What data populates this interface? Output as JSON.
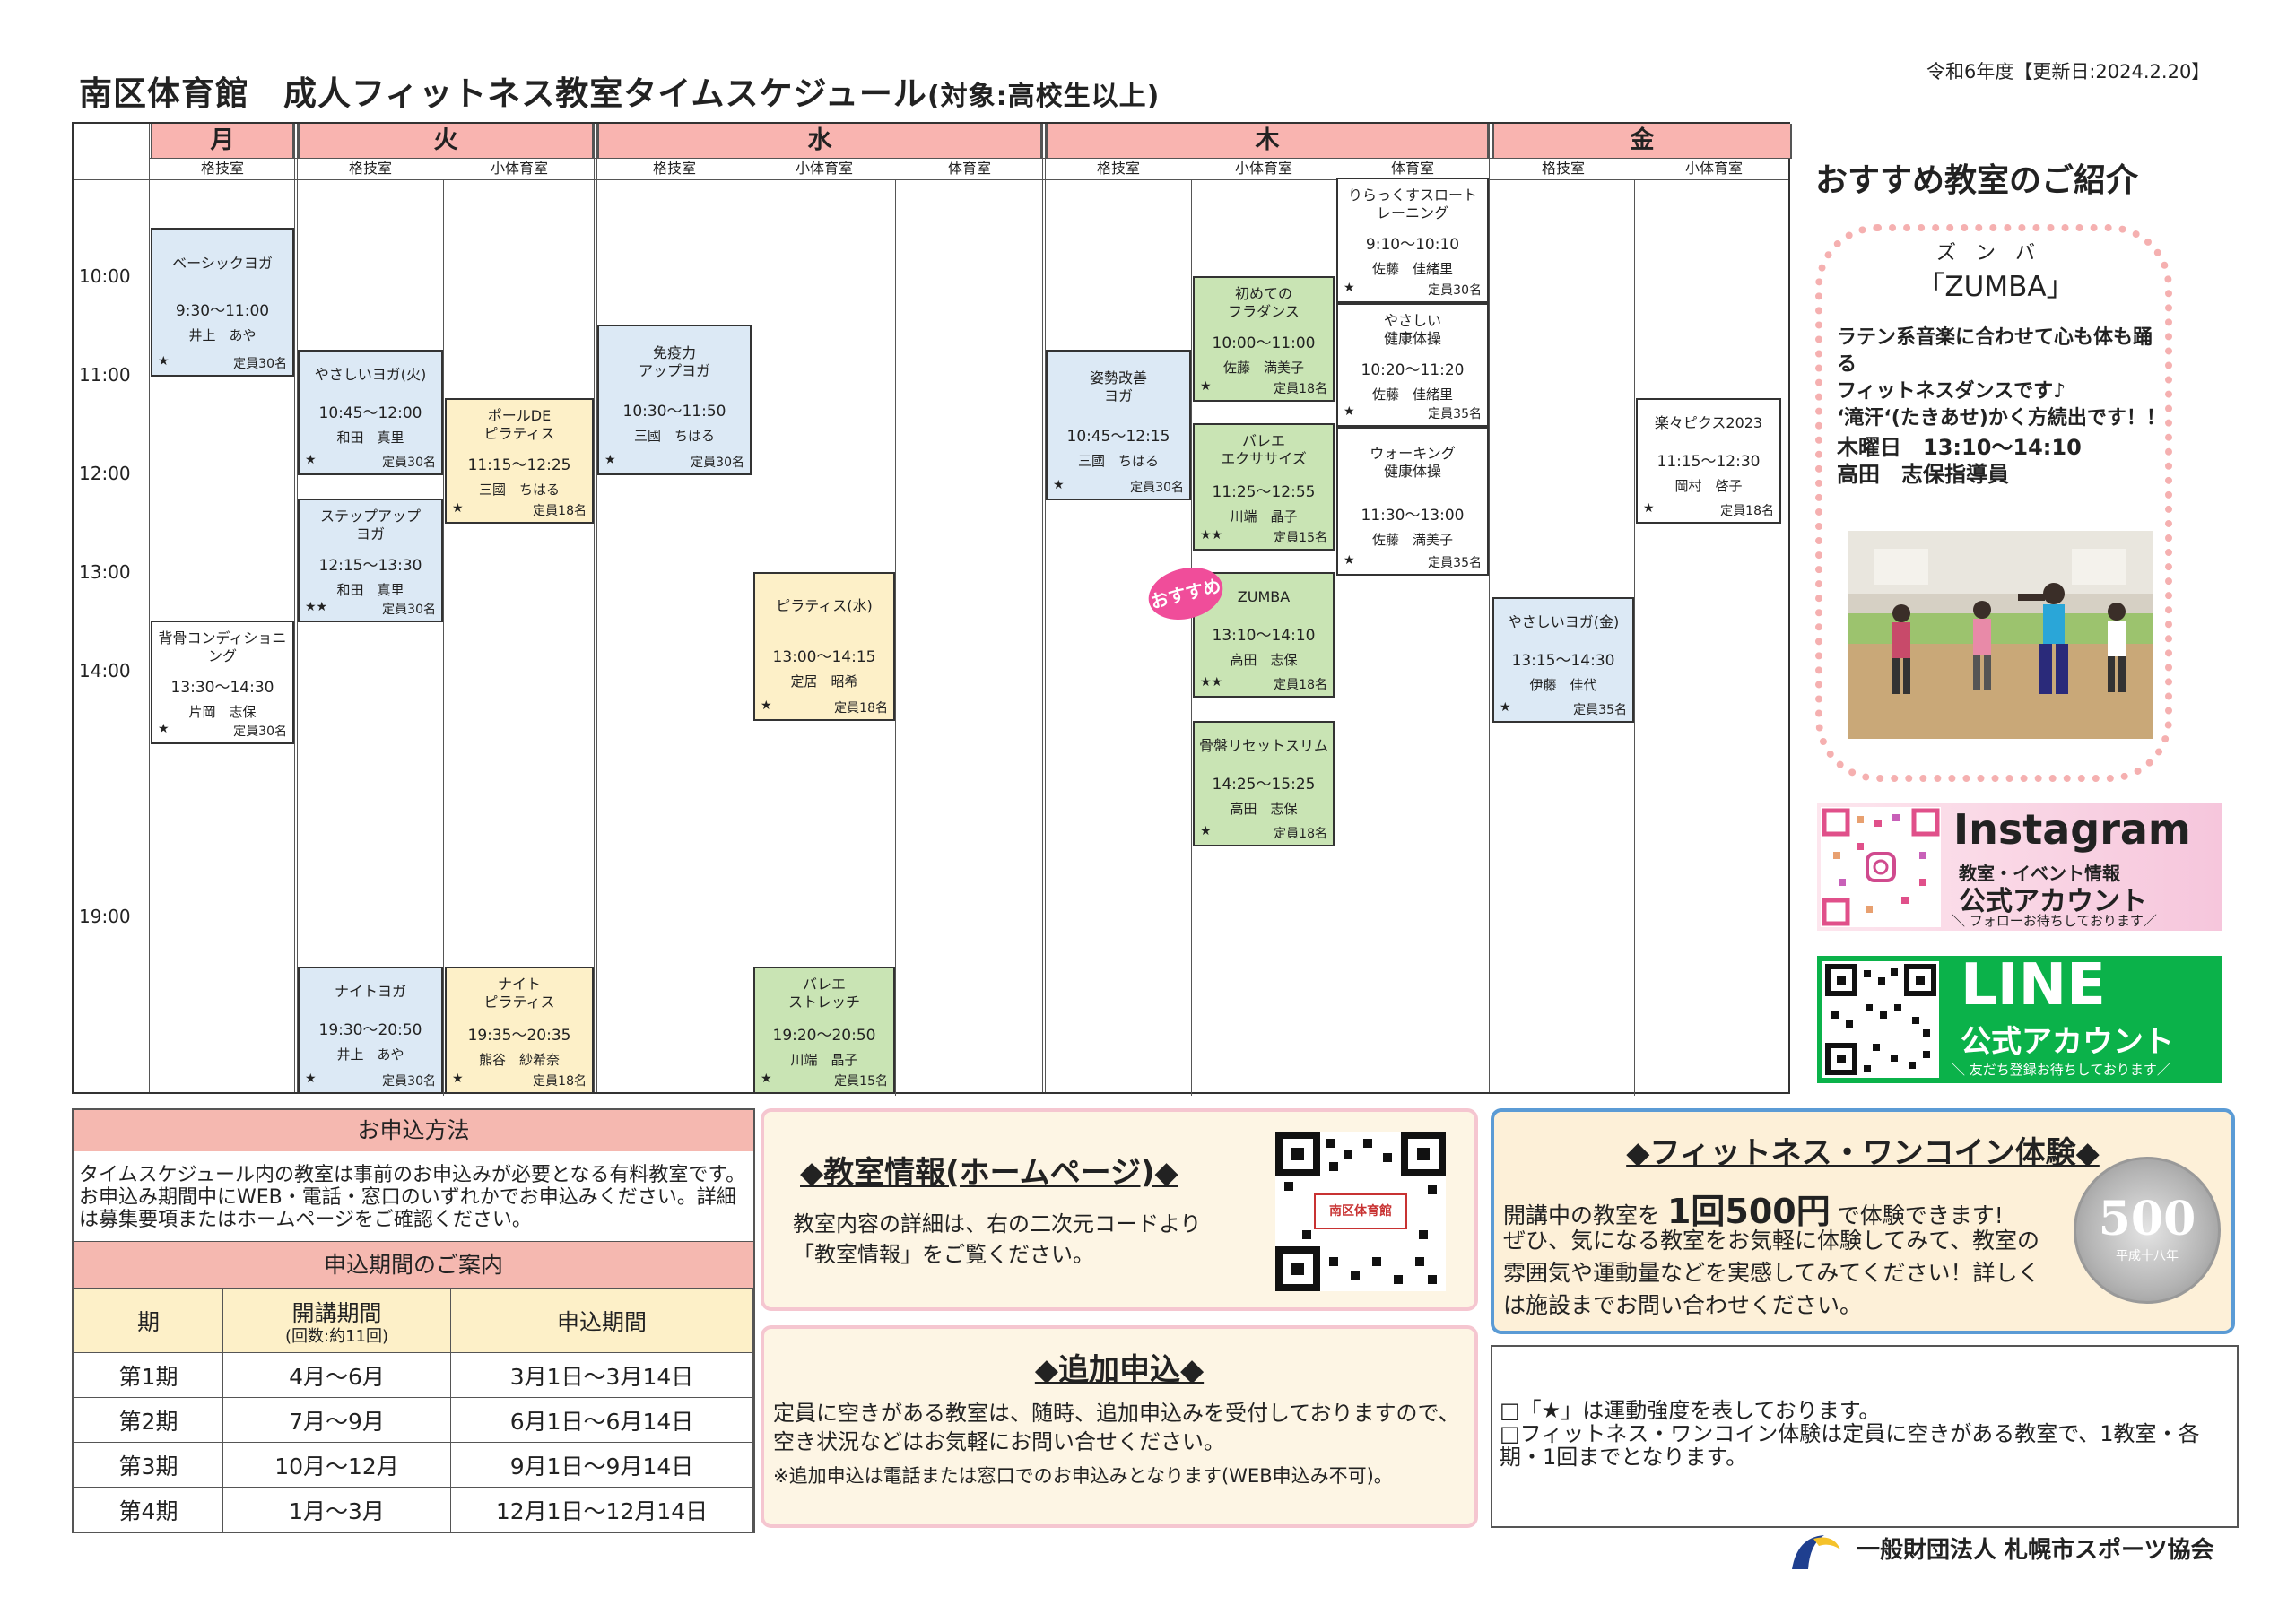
{
  "header": {
    "title": "南区体育館　成人フィットネス教室タイムスケジュール",
    "subtitle": "(対象:高校生以上)",
    "update_note": "令和6年度【更新日:2024.2.20】"
  },
  "timetable": {
    "days": [
      {
        "label": "月",
        "rooms": [
          "格技室"
        ]
      },
      {
        "label": "火",
        "rooms": [
          "格技室",
          "小体育室"
        ]
      },
      {
        "label": "水",
        "rooms": [
          "格技室",
          "小体育室",
          "体育室"
        ]
      },
      {
        "label": "木",
        "rooms": [
          "格技室",
          "小体育室",
          "体育室"
        ]
      },
      {
        "label": "金",
        "rooms": [
          "格技室",
          "小体育室"
        ]
      }
    ],
    "time_labels": [
      "10:00",
      "11:00",
      "12:00",
      "13:00",
      "14:00",
      "19:00"
    ],
    "classes": [
      {
        "name": "ベーシックヨガ",
        "time": "9:30～11:00",
        "instructor": "井上　あや",
        "stars": "★",
        "capacity": "定員30名",
        "color": "blue"
      },
      {
        "name": "背骨コンディショニ\nング",
        "time": "13:30～14:30",
        "instructor": "片岡　志保",
        "stars": "★",
        "capacity": "定員30名",
        "color": "white"
      },
      {
        "name": "やさしいヨガ(火)",
        "time": "10:45～12:00",
        "instructor": "和田　真里",
        "stars": "★",
        "capacity": "定員30名",
        "color": "blue"
      },
      {
        "name": "ステップアップ\nヨガ",
        "time": "12:15～13:30",
        "instructor": "和田　真里",
        "stars": "★★",
        "capacity": "定員30名",
        "color": "blue"
      },
      {
        "name": "ナイトヨガ",
        "time": "19:30～20:50",
        "instructor": "井上　あや",
        "stars": "★",
        "capacity": "定員30名",
        "color": "blue"
      },
      {
        "name": "ポールDE\nピラティス",
        "time": "11:15～12:25",
        "instructor": "三國　ちはる",
        "stars": "★",
        "capacity": "定員18名",
        "color": "yellow"
      },
      {
        "name": "ナイト\nピラティス",
        "time": "19:35～20:35",
        "instructor": "熊谷　紗希奈",
        "stars": "★",
        "capacity": "定員18名",
        "color": "yellow"
      },
      {
        "name": "免疫力\nアップヨガ",
        "time": "10:30～11:50",
        "instructor": "三國　ちはる",
        "stars": "★",
        "capacity": "定員30名",
        "color": "blue"
      },
      {
        "name": "ピラティス(水)",
        "time": "13:00～14:15",
        "instructor": "定居　昭希",
        "stars": "★",
        "capacity": "定員18名",
        "color": "yellow"
      },
      {
        "name": "バレエ\nストレッチ",
        "time": "19:20～20:50",
        "instructor": "川端　晶子",
        "stars": "★",
        "capacity": "定員15名",
        "color": "green"
      },
      {
        "name": "姿勢改善\nヨガ",
        "time": "10:45～12:15",
        "instructor": "三國　ちはる",
        "stars": "★",
        "capacity": "定員30名",
        "color": "blue"
      },
      {
        "name": "初めての\nフラダンス",
        "time": "10:00～11:00",
        "instructor": "佐藤　満美子",
        "stars": "★",
        "capacity": "定員18名",
        "color": "green"
      },
      {
        "name": "バレエ\nエクササイズ",
        "time": "11:25～12:55",
        "instructor": "川端　晶子",
        "stars": "★★",
        "capacity": "定員15名",
        "color": "green"
      },
      {
        "name": "ZUMBA",
        "time": "13:10～14:10",
        "instructor": "高田　志保",
        "stars": "★★",
        "capacity": "定員18名",
        "color": "green"
      },
      {
        "name": "骨盤リセットスリム",
        "time": "14:25～15:25",
        "instructor": "高田　志保",
        "stars": "★",
        "capacity": "定員18名",
        "color": "green"
      },
      {
        "name": "りらっくすスロート\nレーニング",
        "time": "9:10～10:10",
        "instructor": "佐藤　佳緒里",
        "stars": "★",
        "capacity": "定員30名",
        "color": "white"
      },
      {
        "name": "やさしい\n健康体操",
        "time": "10:20～11:20",
        "instructor": "佐藤　佳緒里",
        "stars": "★",
        "capacity": "定員35名",
        "color": "white"
      },
      {
        "name": "ウォーキング\n健康体操",
        "time": "11:30～13:00",
        "instructor": "佐藤　満美子",
        "stars": "★",
        "capacity": "定員35名",
        "color": "white"
      },
      {
        "name": "やさしいヨガ(金)",
        "time": "13:15～14:30",
        "instructor": "伊藤　佳代",
        "stars": "★",
        "capacity": "定員35名",
        "color": "blue"
      },
      {
        "name": "楽々ピクス2023",
        "time": "11:15～12:30",
        "instructor": "岡村　啓子",
        "stars": "★",
        "capacity": "定員18名",
        "color": "white"
      }
    ],
    "osusume_badge": "おすすめ"
  },
  "promo": {
    "title": "おすすめ教室のご紹介",
    "ruby": "ズンバ",
    "name": "「ZUMBA」",
    "description": "ラテン系音楽に合わせて心も体も踊る\nフィットネスダンスです♪\n‘滝汗‘(たきあせ)かく方続出です！！",
    "schedule": "木曜日　13:10～14:10\n高田　志保指導員"
  },
  "instagram": {
    "title": "Instagram",
    "line1": "教室・イベント情報",
    "line2": "公式アカウント",
    "line3": "＼ フォローお待ちしております／"
  },
  "line": {
    "title": "LINE",
    "line1": "公式アカウント",
    "line2": "＼ 友だち登録お待ちしております／"
  },
  "apply": {
    "title": "お申込方法",
    "text": "タイムスケジュール内の教室は事前のお申込みが必要となる有料教室です。お申込み期間中にWEB・電話・窓口のいずれかでお申込みください。詳細は募集要項またはホームページをご確認ください。",
    "period_title": "申込期間のご案内",
    "headers": {
      "term": "期",
      "course": "開講期間",
      "course_sub": "(回数:約11回)",
      "apply": "申込期間"
    },
    "rows": [
      {
        "term": "第1期",
        "course": "4月～6月",
        "apply": "3月1日～3月14日"
      },
      {
        "term": "第2期",
        "course": "7月～9月",
        "apply": "6月1日～6月14日"
      },
      {
        "term": "第3期",
        "course": "10月～12月",
        "apply": "9月1日～9月14日"
      },
      {
        "term": "第4期",
        "course": "1月～3月",
        "apply": "12月1日～12月14日"
      }
    ]
  },
  "homepage": {
    "title": "◆教室情報(ホームページ)◆",
    "text": "教室内容の詳細は、右の二次元コードより「教室情報」をご覧ください。",
    "qr_label": "南区体育館"
  },
  "additional": {
    "title": "◆追加申込◆",
    "text": "定員に空きがある教室は、随時、追加申込みを受付しておりますので、空き状況などはお気軽にお問い合せください。",
    "note": "※追加申込は電話または窓口でのお申込みとなります(WEB申込み不可)。"
  },
  "onecoin": {
    "title": "◆フィットネス・ワンコイン体験◆",
    "line1_pre": "開講中の教室を",
    "line1_big": "1回500円",
    "line1_post": "で体験できます!",
    "text": "ぜひ、気になる教室をお気軽に体験してみて、教室の雰囲気や運動量などを実感してみてください！詳しくは施設までお問い合わせください。",
    "coin_value": "500",
    "coin_sub": "平成十八年"
  },
  "notes": {
    "text": "□「★」は運動強度を表しております。\n□フィットネス・ワンコイン体験は定員に空きがある教室で、1教室・各期・1回までとなります。"
  },
  "footer": {
    "org": "一般財団法人 札幌市スポーツ協会"
  }
}
